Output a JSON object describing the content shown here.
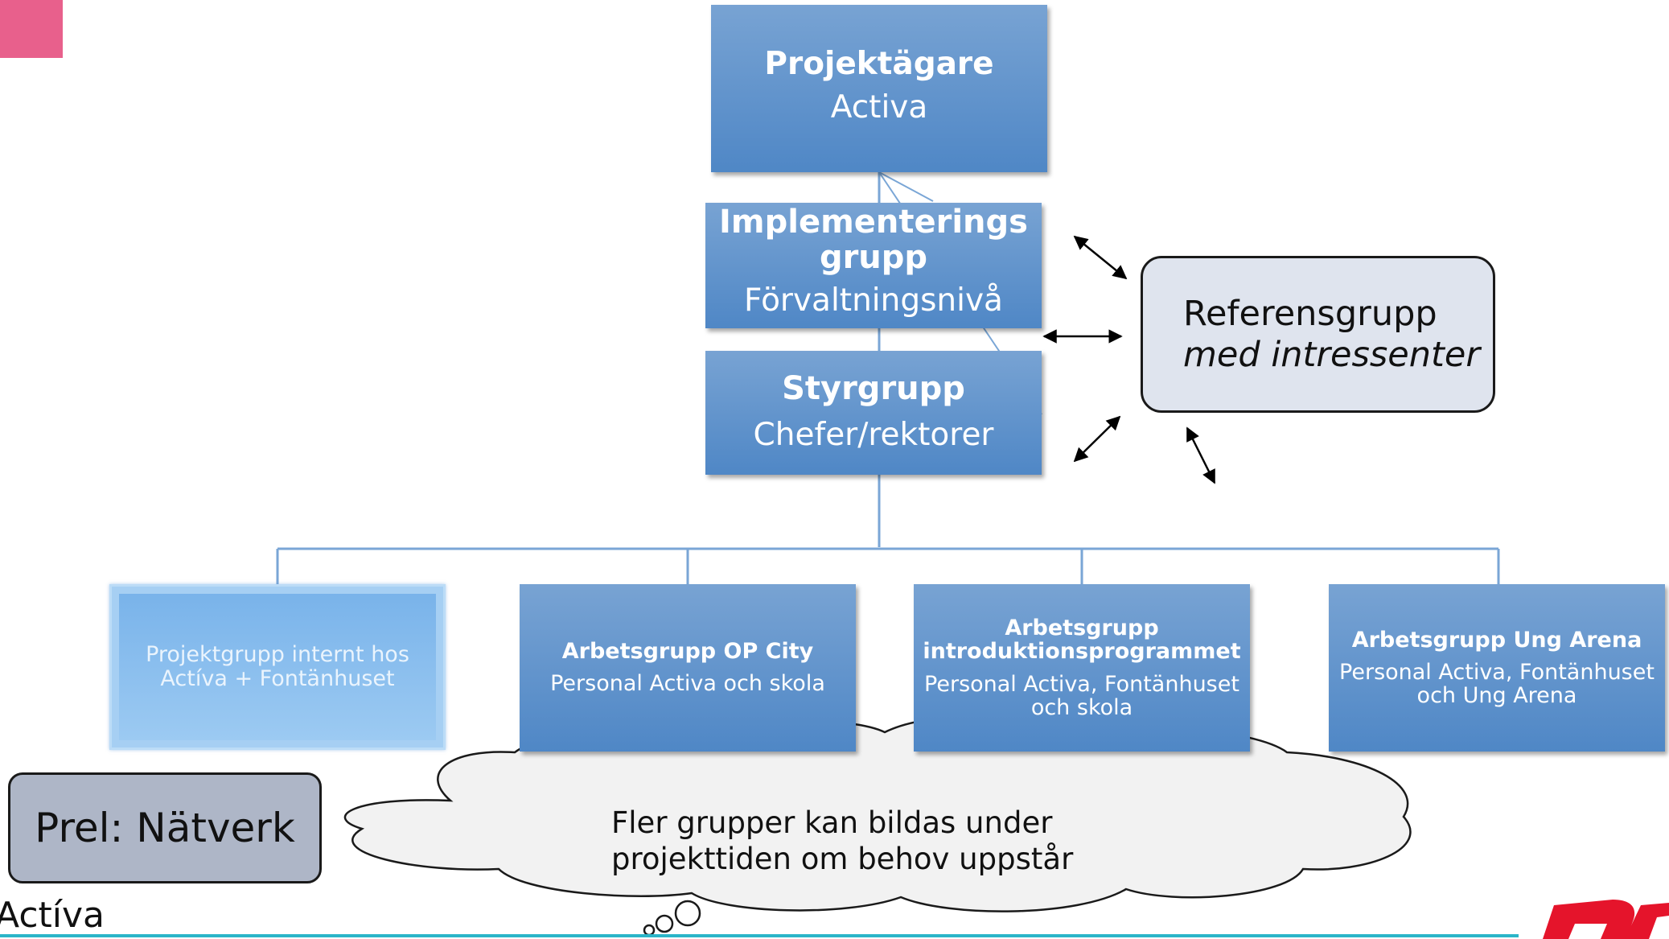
{
  "corner_tab": {
    "color": "#e8608c"
  },
  "owner": {
    "title": "Projektägare",
    "subtitle": "Activa"
  },
  "implementation": {
    "title_line1": "Implementerings",
    "title_line2": "grupp",
    "subtitle": "Förvaltningsnivå"
  },
  "steering": {
    "title": "Styrgrupp",
    "subtitle": "Chefer/rektorer"
  },
  "reference": {
    "line1": "Referensgrupp",
    "line2": "med intressenter"
  },
  "groups": [
    {
      "line1": "Projektgrupp internt hos",
      "line2": "Actíva + Fontänhuset"
    },
    {
      "title": "Arbetsgrupp OP City",
      "subtitle": "Personal Activa och skola"
    },
    {
      "title_line1": "Arbetsgrupp",
      "title_line2": "introduktionsprogrammet",
      "subtitle_line1": "Personal Activa, Fontänhuset",
      "subtitle_line2": "och skola"
    },
    {
      "title": "Arbetsgrupp Ung Arena",
      "subtitle_line1": "Personal Activa, Fontänhuset",
      "subtitle_line2": "och Ung Arena"
    }
  ],
  "network": {
    "label": "Prel: Nätverk"
  },
  "cloud": {
    "line1": "Fler grupper kan bildas under",
    "line2": "projekttiden om behov uppstår"
  },
  "footer": {
    "brand": "Actíva",
    "logo_fragment": "ar",
    "logo_color": "#e5142b",
    "rule_color": "#2bb5c8"
  },
  "colors": {
    "box_top": "#78a3d3",
    "box_bottom": "#4f87c6",
    "connector": "#7aa6d6"
  }
}
